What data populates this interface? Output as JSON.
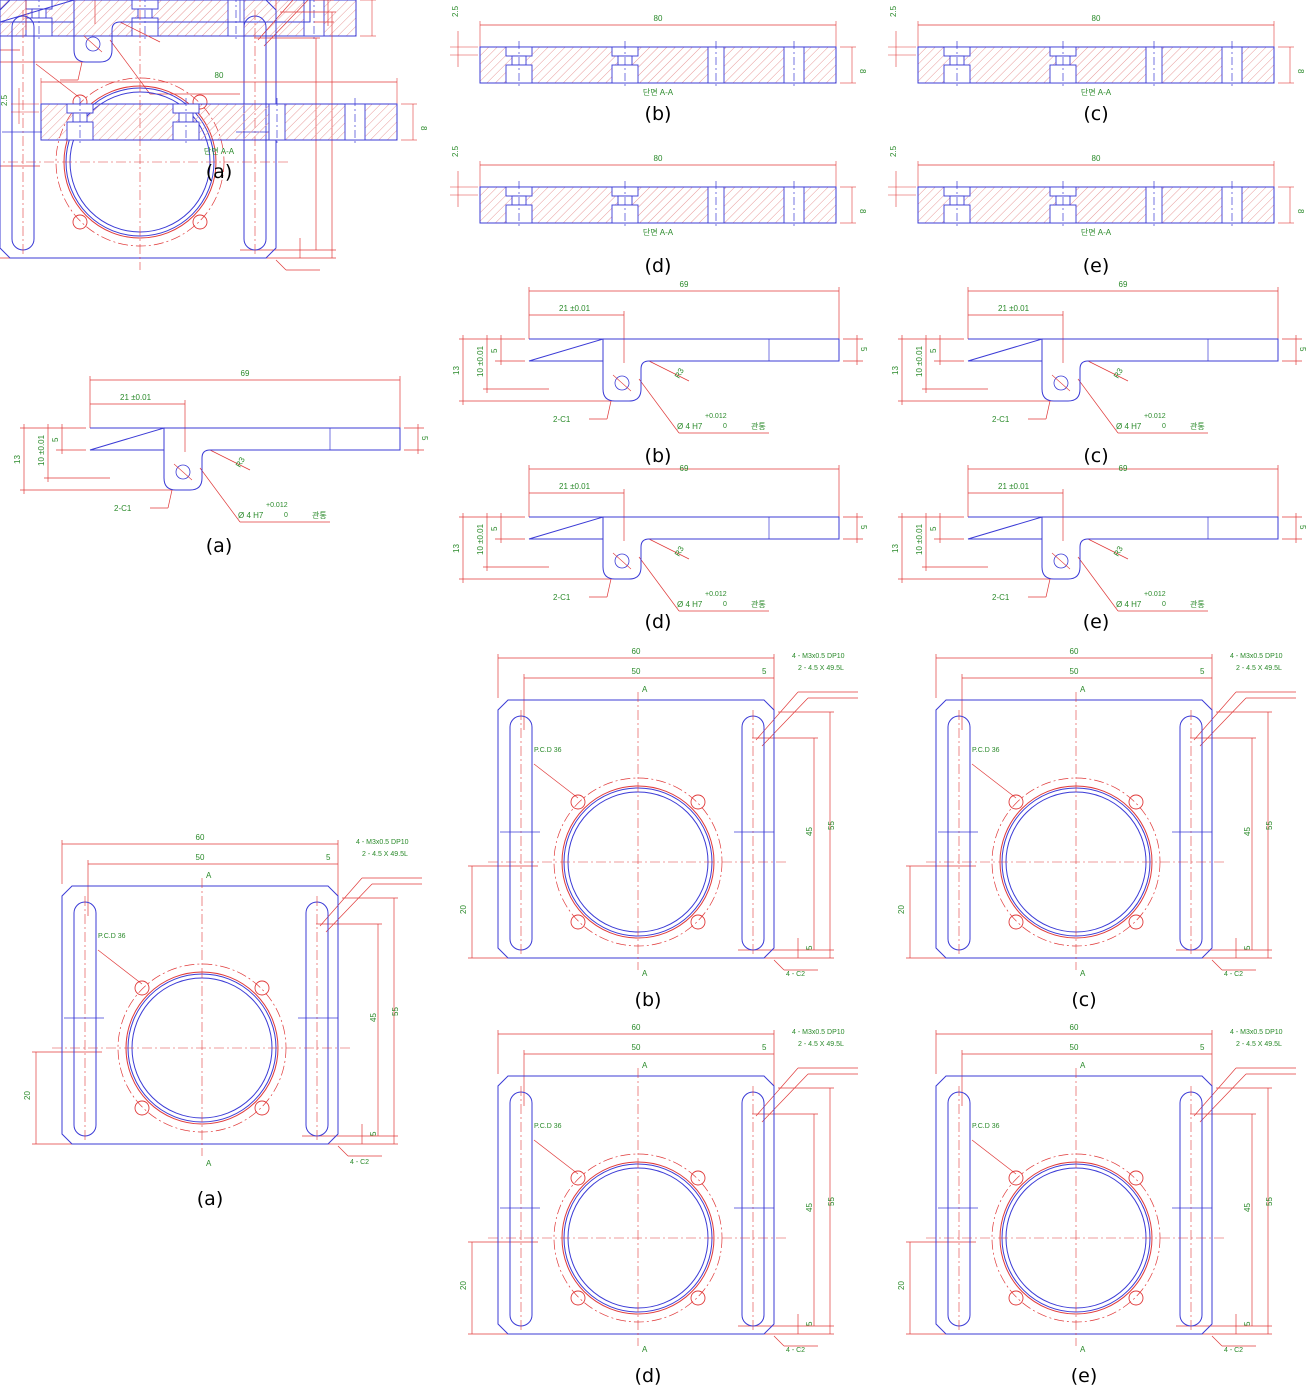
{
  "colors": {
    "outline": "#3b3bd6",
    "dimension": "#e03a3a",
    "text": "#2a8a2a",
    "hatch": "#e89a9a",
    "caption": "#000000"
  },
  "section": {
    "overall": "80",
    "thickness": "8",
    "step": "2.5",
    "label": "단면 A-A"
  },
  "bracket": {
    "overall": "69",
    "offset": "21 ±0.01",
    "height": "13",
    "mid_height": "10 ±0.01",
    "plate": "5",
    "radius": "R3",
    "chamfer": "2-C1",
    "tolerance": "+0.012",
    "tolerance_low": "0",
    "hole_prefix": "Ø 4 H7",
    "through": "관통"
  },
  "plate": {
    "width": "60",
    "inner": "50",
    "side": "5",
    "taps": "4 - M3x0.5 DP10",
    "slots": "2 - 4.5 X 49.5L",
    "pcd": "P.C.D 36",
    "height": "55",
    "slot_len": "45",
    "low": "20",
    "bottom": "5",
    "chamfer": "4 - C2",
    "section_mark": "A"
  },
  "captions": {
    "a": "(a)",
    "b": "(b)",
    "c": "(c)",
    "d": "(d)",
    "e": "(e)"
  }
}
